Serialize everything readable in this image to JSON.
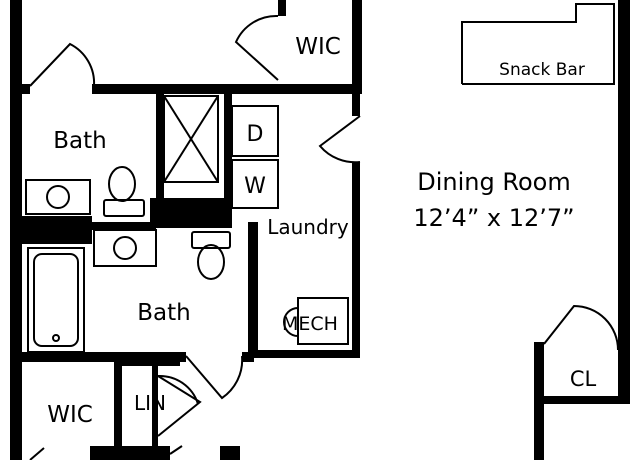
{
  "rooms": {
    "wic_top": "WIC",
    "snack_bar": "Snack Bar",
    "bath_upper": "Bath",
    "dryer": "D",
    "washer": "W",
    "dining_name": "Dining Room",
    "dining_size": "12’4” x 12’7”",
    "laundry": "Laundry",
    "bath_lower": "Bath",
    "mech": "MECH",
    "closet": "CL",
    "wic_bottom": "WIC",
    "linen": "LIN"
  },
  "colors": {
    "wall": "#000000",
    "background": "#ffffff"
  }
}
